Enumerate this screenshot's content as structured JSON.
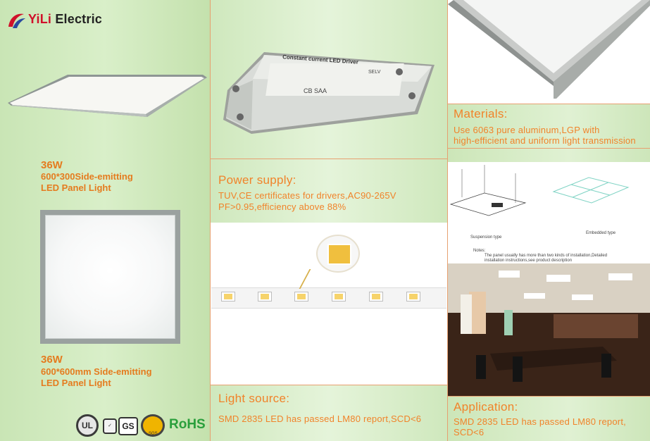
{
  "logo": {
    "brand_prefix": "YiLi",
    "brand_suffix": " Electric"
  },
  "left": {
    "item1": {
      "wattage": "36W",
      "line1": "600*300Side-emitting",
      "line2": "LED Panel Light"
    },
    "item2": {
      "wattage": "36W",
      "line1": "600*600mm Side-emitting",
      "line2": "LED Panel Light"
    }
  },
  "certs": {
    "ul": "UL",
    "gs": "GS",
    "sgs": "SGS",
    "rohs": "RoHS"
  },
  "driver": {
    "title": "Constant current LED   Driver",
    "marks": "CB SAA",
    "selv": "SELV"
  },
  "power_supply": {
    "title": "Power supply:",
    "line1": "TUV,CE certificates for drivers,AC90-265V",
    "line2": " PF>0.95,efficiency above 88%"
  },
  "light_source": {
    "title": "Light source:",
    "body": "SMD 2835 LED has passed LM80 report,SCD<6"
  },
  "materials": {
    "title": "Materials:",
    "line1": "Use 6063 pure aluminum,LGP with",
    "line2": "high-efficient and uniform light transmission"
  },
  "installation": {
    "suspension": "Suspension type",
    "embedded": "Embedded type",
    "notes_label": "Notes:",
    "notes_line1": "The panel usually has more than two kinds of installation,Detailed",
    "notes_line2": "installation instructions,see product description"
  },
  "application": {
    "title": "Application:",
    "line1": "SMD 2835 LED has passed LM80 report,",
    "line2": "SCD<6"
  },
  "colors": {
    "accent": "#f1832a",
    "divider": "#e7a070",
    "background": "#c8e3b4"
  }
}
